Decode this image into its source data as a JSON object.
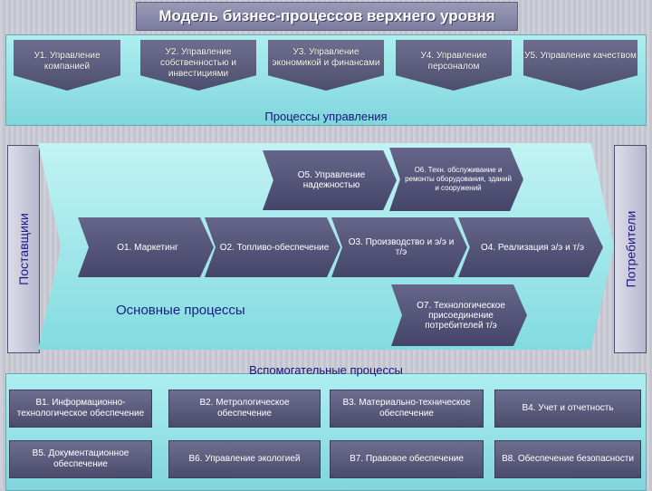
{
  "title": "Модель бизнес-процессов верхнего уровня",
  "management": {
    "label": "Процессы управления",
    "items": [
      "У1. Управление компанией",
      "У2. Управление собственностью и инвестициями",
      "У3. Управление экономикой и финансами",
      "У4. Управление персоналом",
      "У5. Управление качеством"
    ]
  },
  "sides": {
    "left": "Поставщики",
    "right": "Потребители"
  },
  "core": {
    "label": "Основные процессы",
    "top_row": [
      "О5. Управление надежностью",
      "О6. Техн. обслуживание и ремонты оборудования, зданий и сооружений"
    ],
    "middle_row": [
      "О1. Маркетинг",
      "О2. Топливо-обеспечение",
      "О3. Производство и э/э и т/э",
      "О4. Реализация э/э и т/э"
    ],
    "bottom_row": [
      "О7. Технологическое присоединение потребителей т/э"
    ]
  },
  "support": {
    "label": "Вспомогательные процессы",
    "items": [
      "В1. Информационно-технологическое обеспечение",
      "В2. Метрологическое обеспечение",
      "В3. Материально-техническое обеспечение",
      "В4. Учет и отчетность",
      "В5. Документационное обеспечение",
      "В6. Управление экологией",
      "В7. Правовое обеспечение",
      "В8. Обеспечение безопасности"
    ]
  }
}
